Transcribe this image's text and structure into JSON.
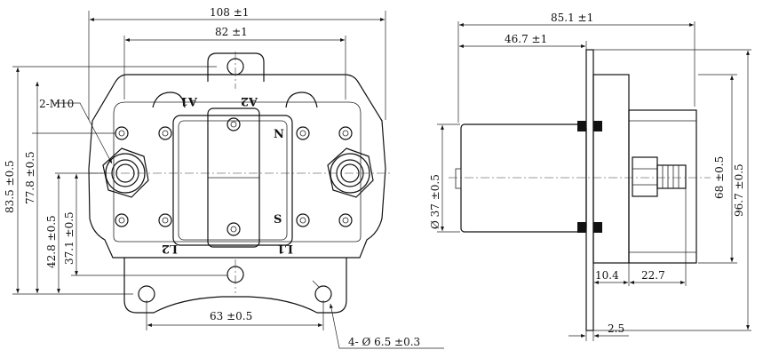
{
  "front_view": {
    "dims": {
      "overall_width": "108 ±1",
      "mount_pitch": "82 ±1",
      "overall_height": "83.5 ±0.5",
      "height_2": "77.8 ±0.5",
      "terminal_height": "42.8 ±0.5",
      "terminal_height_2": "37.1 ±0.5",
      "bottom_hole_pitch": "63 ±0.5",
      "holes": "4- Ø 6.5 ±0.3",
      "thread": "2-M10"
    },
    "labels": {
      "a1": "A1",
      "a2": "A2",
      "n": "N",
      "s": "S",
      "l1": "L1",
      "l2": "L2"
    }
  },
  "side_view": {
    "dims": {
      "overall_length": "85.1 ±1",
      "body_length": "46.7 ±1",
      "body_diameter": "Ø 37 ±0.5",
      "plate_height": "68 ±0.5",
      "overall_height": "96.7 ±0.5",
      "flange_offset": "10.4",
      "terminal_length": "22.7",
      "plate_thickness": "2.5"
    }
  }
}
